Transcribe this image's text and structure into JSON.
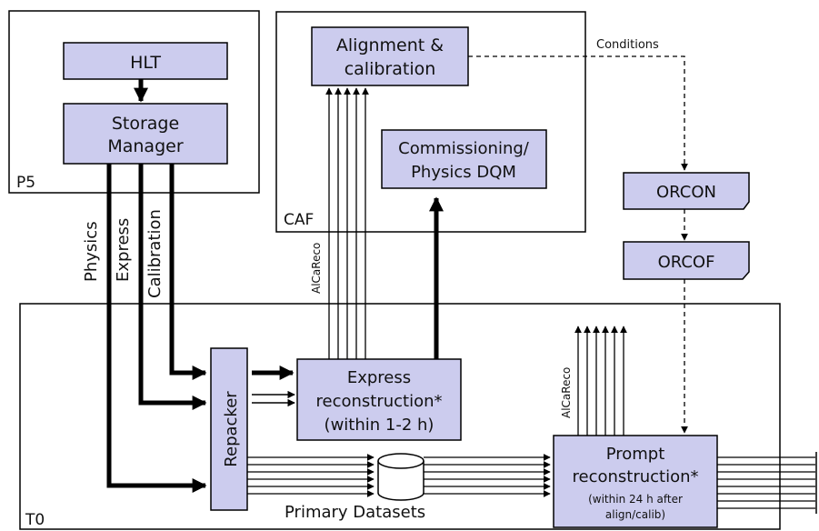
{
  "regions": {
    "p5": "P5",
    "caf": "CAF",
    "t0": "T0"
  },
  "boxes": {
    "hlt": "HLT",
    "storage_manager": [
      "Storage",
      "Manager"
    ],
    "alignment": [
      "Alignment &",
      "calibration"
    ],
    "commissioning": [
      "Commissioning/",
      "Physics DQM"
    ],
    "orcon": "ORCON",
    "orcof": "ORCOF",
    "repacker": "Repacker",
    "express_reco": [
      "Express",
      "reconstruction*",
      "(within 1-2 h)"
    ],
    "prompt_reco": [
      "Prompt",
      "reconstruction*",
      "(within 24 h after",
      "align/calib)"
    ]
  },
  "streams": {
    "physics": "Physics",
    "express": "Express",
    "calibration": "Calibration"
  },
  "labels": {
    "alcareco_express": "AlCaReco",
    "alcareco_prompt": "AlCaReco",
    "conditions": "Conditions",
    "primary_datasets": "Primary Datasets"
  },
  "colors": {
    "box_fill": "#ccccee",
    "stroke": "#000000"
  }
}
